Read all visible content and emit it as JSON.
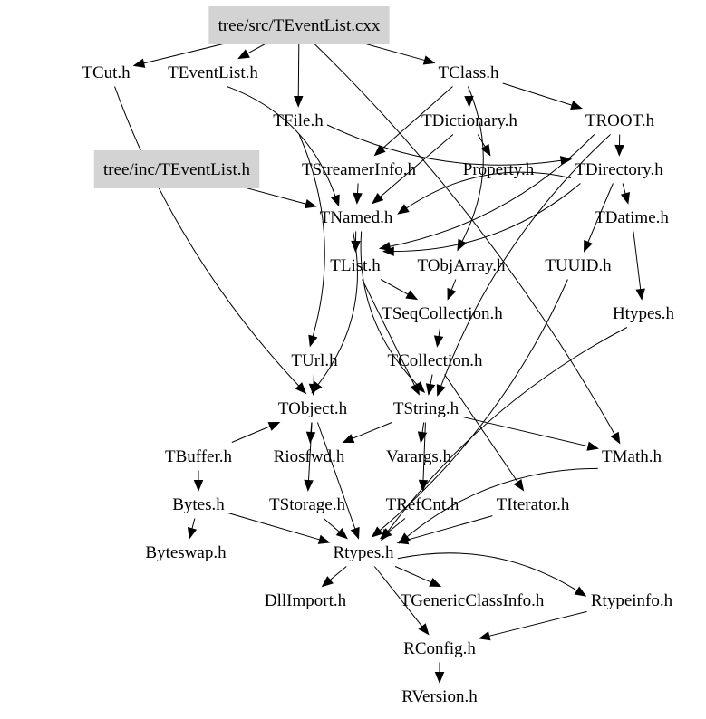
{
  "graph": {
    "title": "Include dependency graph for tree/src/TEventList.cxx",
    "highlight_color": "#d3d3d3",
    "nodes": [
      {
        "id": "src",
        "label": "tree/src/TEventList.cxx",
        "highlighted": true
      },
      {
        "id": "inc",
        "label": "tree/inc/TEventList.h",
        "highlighted": true
      },
      {
        "id": "TCut",
        "label": "TCut.h"
      },
      {
        "id": "TEventList",
        "label": "TEventList.h"
      },
      {
        "id": "TClass",
        "label": "TClass.h"
      },
      {
        "id": "TFile",
        "label": "TFile.h"
      },
      {
        "id": "TDictionary",
        "label": "TDictionary.h"
      },
      {
        "id": "TROOT",
        "label": "TROOT.h"
      },
      {
        "id": "TStreamerInfo",
        "label": "TStreamerInfo.h"
      },
      {
        "id": "Property",
        "label": "Property.h"
      },
      {
        "id": "TDirectory",
        "label": "TDirectory.h"
      },
      {
        "id": "TNamed",
        "label": "TNamed.h"
      },
      {
        "id": "TDatime",
        "label": "TDatime.h"
      },
      {
        "id": "TList",
        "label": "TList.h"
      },
      {
        "id": "TObjArray",
        "label": "TObjArray.h"
      },
      {
        "id": "TUUID",
        "label": "TUUID.h"
      },
      {
        "id": "TSeqCollection",
        "label": "TSeqCollection.h"
      },
      {
        "id": "Htypes",
        "label": "Htypes.h"
      },
      {
        "id": "TUrl",
        "label": "TUrl.h"
      },
      {
        "id": "TCollection",
        "label": "TCollection.h"
      },
      {
        "id": "TObject",
        "label": "TObject.h"
      },
      {
        "id": "TString",
        "label": "TString.h"
      },
      {
        "id": "TBuffer",
        "label": "TBuffer.h"
      },
      {
        "id": "Riosfwd",
        "label": "Riosfwd.h"
      },
      {
        "id": "Varargs",
        "label": "Varargs.h"
      },
      {
        "id": "TMath",
        "label": "TMath.h"
      },
      {
        "id": "Bytes",
        "label": "Bytes.h"
      },
      {
        "id": "TStorage",
        "label": "TStorage.h"
      },
      {
        "id": "TRefCnt",
        "label": "TRefCnt.h"
      },
      {
        "id": "TIterator",
        "label": "TIterator.h"
      },
      {
        "id": "Byteswap",
        "label": "Byteswap.h"
      },
      {
        "id": "Rtypes",
        "label": "Rtypes.h"
      },
      {
        "id": "DllImport",
        "label": "DllImport.h"
      },
      {
        "id": "TGenericClassInfo",
        "label": "TGenericClassInfo.h"
      },
      {
        "id": "Rtypeinfo",
        "label": "Rtypeinfo.h"
      },
      {
        "id": "RConfig",
        "label": "RConfig.h"
      },
      {
        "id": "RVersion",
        "label": "RVersion.h"
      }
    ],
    "edges": [
      {
        "from": "src",
        "to": "TCut"
      },
      {
        "from": "src",
        "to": "TEventList"
      },
      {
        "from": "src",
        "to": "TFile"
      },
      {
        "from": "src",
        "to": "TClass"
      },
      {
        "from": "src",
        "to": "TMath"
      },
      {
        "from": "TCut",
        "to": "TObject"
      },
      {
        "from": "TEventList",
        "to": "TNamed"
      },
      {
        "from": "TFile",
        "to": "TDirectory"
      },
      {
        "from": "TFile",
        "to": "TUrl"
      },
      {
        "from": "TClass",
        "to": "TDictionary"
      },
      {
        "from": "TClass",
        "to": "TROOT"
      },
      {
        "from": "TClass",
        "to": "TStreamerInfo"
      },
      {
        "from": "TClass",
        "to": "TObjArray"
      },
      {
        "from": "TDictionary",
        "to": "Property"
      },
      {
        "from": "TDictionary",
        "to": "TNamed"
      },
      {
        "from": "TROOT",
        "to": "TDirectory"
      },
      {
        "from": "TROOT",
        "to": "TList"
      },
      {
        "from": "TROOT",
        "to": "TString"
      },
      {
        "from": "TStreamerInfo",
        "to": "TNamed"
      },
      {
        "from": "TDirectory",
        "to": "TNamed"
      },
      {
        "from": "TDirectory",
        "to": "TDatime"
      },
      {
        "from": "TDirectory",
        "to": "TUUID"
      },
      {
        "from": "TDirectory",
        "to": "TList"
      },
      {
        "from": "TDatime",
        "to": "Htypes"
      },
      {
        "from": "inc",
        "to": "TNamed"
      },
      {
        "from": "TNamed",
        "to": "TList"
      },
      {
        "from": "TNamed",
        "to": "TObject"
      },
      {
        "from": "TNamed",
        "to": "TString"
      },
      {
        "from": "TList",
        "to": "TSeqCollection"
      },
      {
        "from": "TList",
        "to": "TString"
      },
      {
        "from": "TObjArray",
        "to": "TSeqCollection"
      },
      {
        "from": "TSeqCollection",
        "to": "TCollection"
      },
      {
        "from": "TCollection",
        "to": "TString"
      },
      {
        "from": "TCollection",
        "to": "TIterator"
      },
      {
        "from": "TUUID",
        "to": "Rtypes"
      },
      {
        "from": "Htypes",
        "to": "Rtypes"
      },
      {
        "from": "TUrl",
        "to": "TObject"
      },
      {
        "from": "TObject",
        "to": "Riosfwd"
      },
      {
        "from": "TObject",
        "to": "TStorage"
      },
      {
        "from": "TObject",
        "to": "Rtypes"
      },
      {
        "from": "TString",
        "to": "Varargs"
      },
      {
        "from": "TString",
        "to": "TRefCnt"
      },
      {
        "from": "TString",
        "to": "TMath"
      },
      {
        "from": "TString",
        "to": "Riosfwd"
      },
      {
        "from": "TBuffer",
        "to": "Bytes"
      },
      {
        "from": "TBuffer",
        "to": "TObject"
      },
      {
        "from": "Bytes",
        "to": "Byteswap"
      },
      {
        "from": "Bytes",
        "to": "Rtypes"
      },
      {
        "from": "TStorage",
        "to": "Rtypes"
      },
      {
        "from": "TRefCnt",
        "to": "Rtypes"
      },
      {
        "from": "TIterator",
        "to": "Rtypes"
      },
      {
        "from": "TMath",
        "to": "Rtypes"
      },
      {
        "from": "Rtypes",
        "to": "DllImport"
      },
      {
        "from": "Rtypes",
        "to": "TGenericClassInfo"
      },
      {
        "from": "Rtypes",
        "to": "Rtypeinfo"
      },
      {
        "from": "Rtypes",
        "to": "RConfig"
      },
      {
        "from": "Rtypeinfo",
        "to": "RConfig"
      },
      {
        "from": "RConfig",
        "to": "RVersion"
      }
    ]
  }
}
